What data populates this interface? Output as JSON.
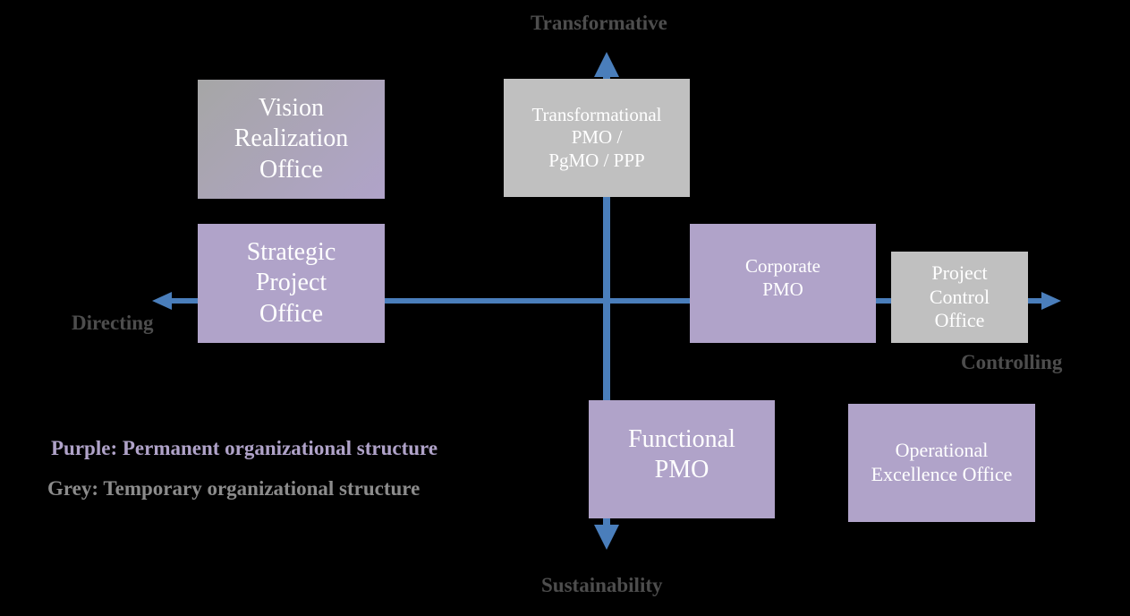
{
  "colors": {
    "background": "#000000",
    "axis": "#4a7ebb",
    "permanent": "#b0a3c9",
    "temporary": "#c0c0c0",
    "axis_label": "#4d4d4d",
    "box_text": "#ffffff"
  },
  "axes": {
    "top": "Transformative",
    "bottom": "Sustainability",
    "left": "Directing",
    "right": "Controlling"
  },
  "boxes": {
    "vision": "Vision\nRealization\nOffice",
    "strategic": "Strategic\nProject\nOffice",
    "transformational": "Transformational\nPMO /\nPgMO / PPP",
    "corporate": "Corporate\nPMO",
    "project_control": "Project\nControl\nOffice",
    "functional": "Functional\nPMO",
    "operational": "Operational\nExcellence Office"
  },
  "legend": {
    "purple": "Purple: Permanent organizational structure",
    "grey": "Grey: Temporary organizational structure"
  }
}
